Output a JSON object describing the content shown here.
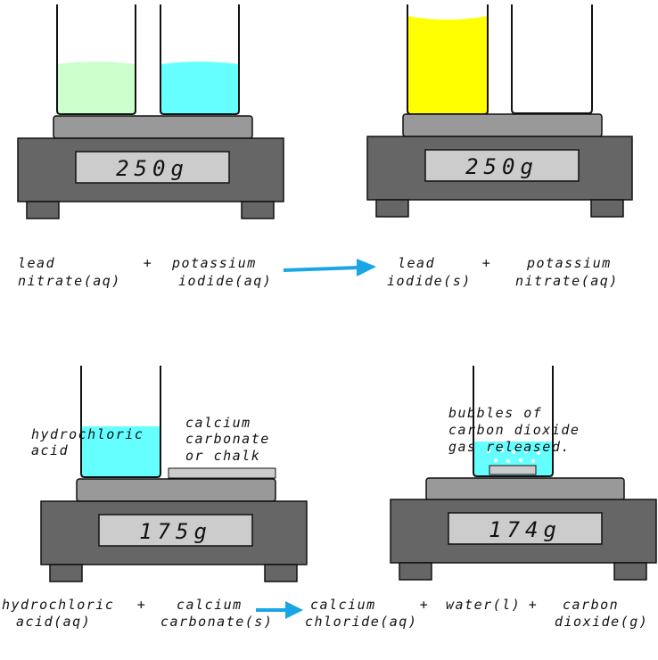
{
  "colors": {
    "scale_body": "#666666",
    "pan": "#999999",
    "display": "#cccccc",
    "arrow": "#1aa6e6",
    "lead_nitrate": "#ccffcc",
    "potassium_iodide": "#66ffff",
    "lead_iodide": "#ffff00",
    "hydrochloric_acid": "#66ffff",
    "chalk": "#cccccc"
  },
  "panels": {
    "top_left": {
      "reading": "250g"
    },
    "top_right": {
      "reading": "250g"
    },
    "bottom_left": {
      "reading": "175g",
      "label_acid": [
        "hydrochloric",
        "acid"
      ],
      "label_chalk": [
        "calcium",
        "carbonate",
        "or chalk"
      ]
    },
    "bottom_right": {
      "reading": "174g",
      "label_bubbles": [
        "bubbles of",
        "carbon dioxide",
        "gas released."
      ]
    }
  },
  "equation1": {
    "reactant1": [
      "lead",
      "nitrate(aq)"
    ],
    "plus1": "+",
    "reactant2": [
      "potassium",
      "iodide(aq)"
    ],
    "product1": [
      "lead",
      "iodide(s)"
    ],
    "plus2": "+",
    "product2": [
      "potassium",
      "nitrate(aq)"
    ]
  },
  "equation2": {
    "reactant1": [
      "hydrochloric",
      "acid(aq)"
    ],
    "plus1": "+",
    "reactant2": [
      "calcium",
      "carbonate(s)"
    ],
    "product1": [
      "calcium",
      "chloride(aq)"
    ],
    "plus2": "+",
    "product2": "water(l)",
    "plus3": "+",
    "product3": [
      "carbon",
      "dioxide(g)"
    ]
  }
}
